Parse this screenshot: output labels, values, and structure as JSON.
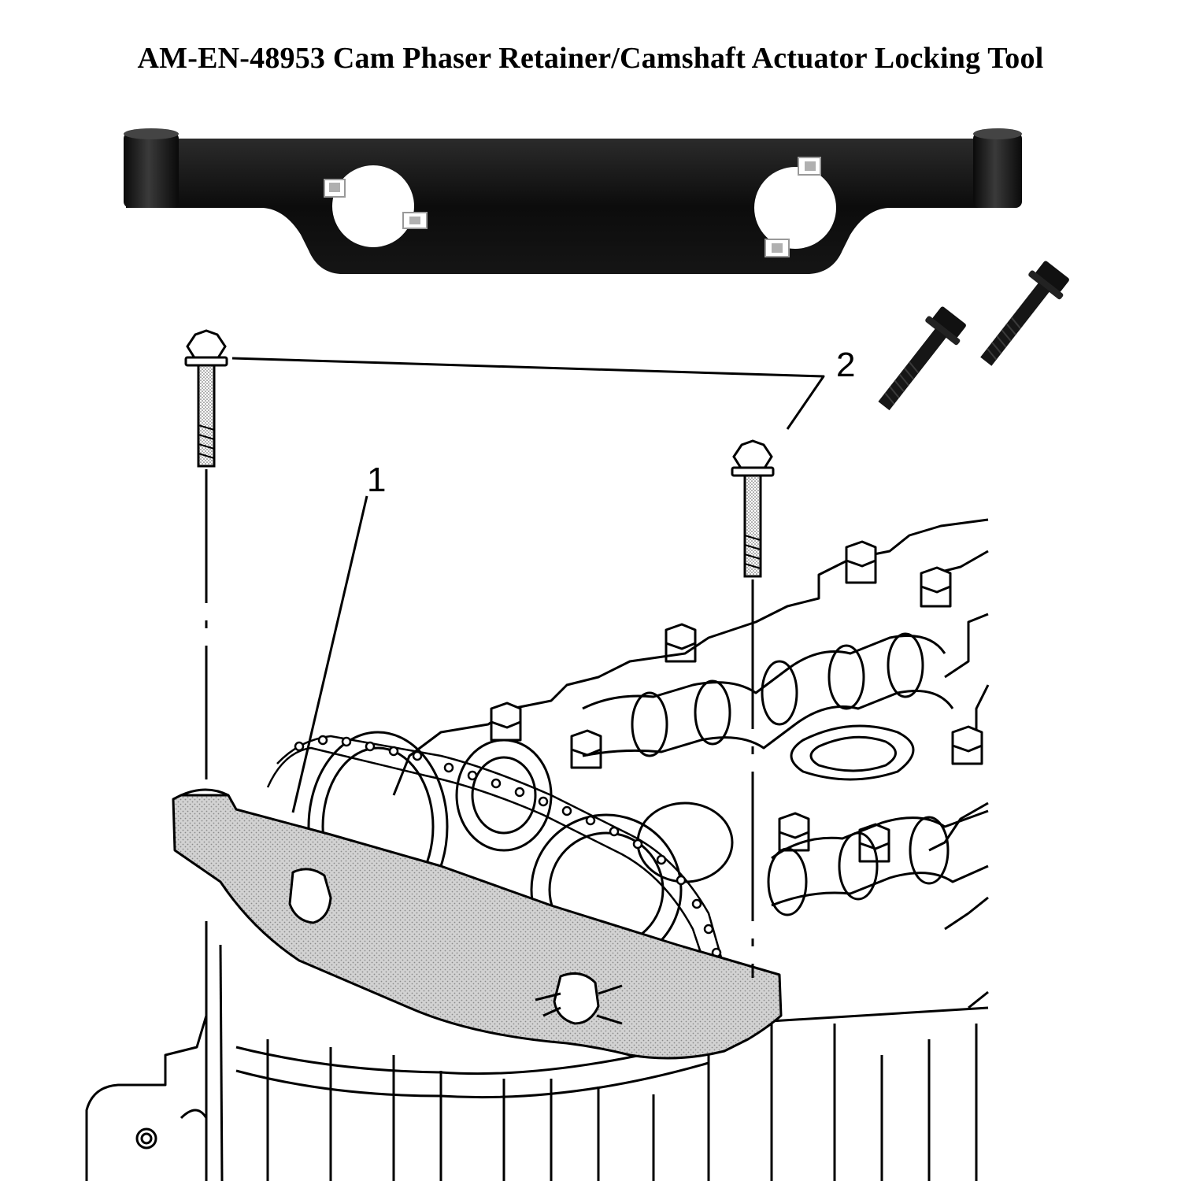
{
  "title": "AM-EN-48953 Cam Phaser Retainer/Camshaft Actuator Locking Tool",
  "callouts": {
    "tool": "1",
    "bolts": "2"
  },
  "colors": {
    "tool_finish": "#0b0b0b",
    "tool_highlight": "#2a2a2a",
    "shaded_tool": "#c9c9c9",
    "line_art": "#000000",
    "background": "#ffffff"
  },
  "icons": {
    "product_photo": "locking-tool-bar",
    "loose_bolts": "flange-bolt",
    "installation_diagram": "engine-cylinder-head"
  }
}
